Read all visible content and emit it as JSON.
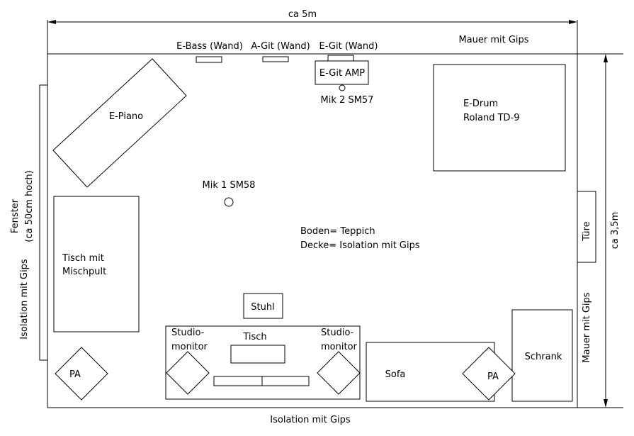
{
  "dimensions": {
    "width_label": "ca 5m",
    "height_label": "ca 3,5m"
  },
  "walls": {
    "top": "Mauer mit Gips",
    "right": "Mauer mit Gips",
    "bottom": "Isolation mit Gips",
    "left": "Isolation mit Gips"
  },
  "window": {
    "line1": "Fenster",
    "line2": "(ca 50cm hoch)"
  },
  "door": "Türe",
  "wall_items": {
    "ebass": "E-Bass (Wand)",
    "agit": "A-Git (Wand)",
    "egit": "E-Git (Wand)"
  },
  "furniture": {
    "amp": "E-Git AMP",
    "mic2": "Mik 2 SM57",
    "drum_line1": "E-Drum",
    "drum_line2": "Roland TD-9",
    "piano": "E-Piano",
    "mic1": "Mik 1 SM58",
    "floor": "Boden= Teppich",
    "ceiling": "Decke= Isolation mit Gips",
    "desk_line1": "Tisch mit",
    "desk_line2": "Mischpult",
    "chair": "Stuhl",
    "monitor_left_line1": "Studio-",
    "monitor_left_line2": "monitor",
    "monitor_right_line1": "Studio-",
    "monitor_right_line2": "monitor",
    "table": "Tisch",
    "sofa": "Sofa",
    "cabinet": "Schrank",
    "pa_left": "PA",
    "pa_right": "PA"
  }
}
